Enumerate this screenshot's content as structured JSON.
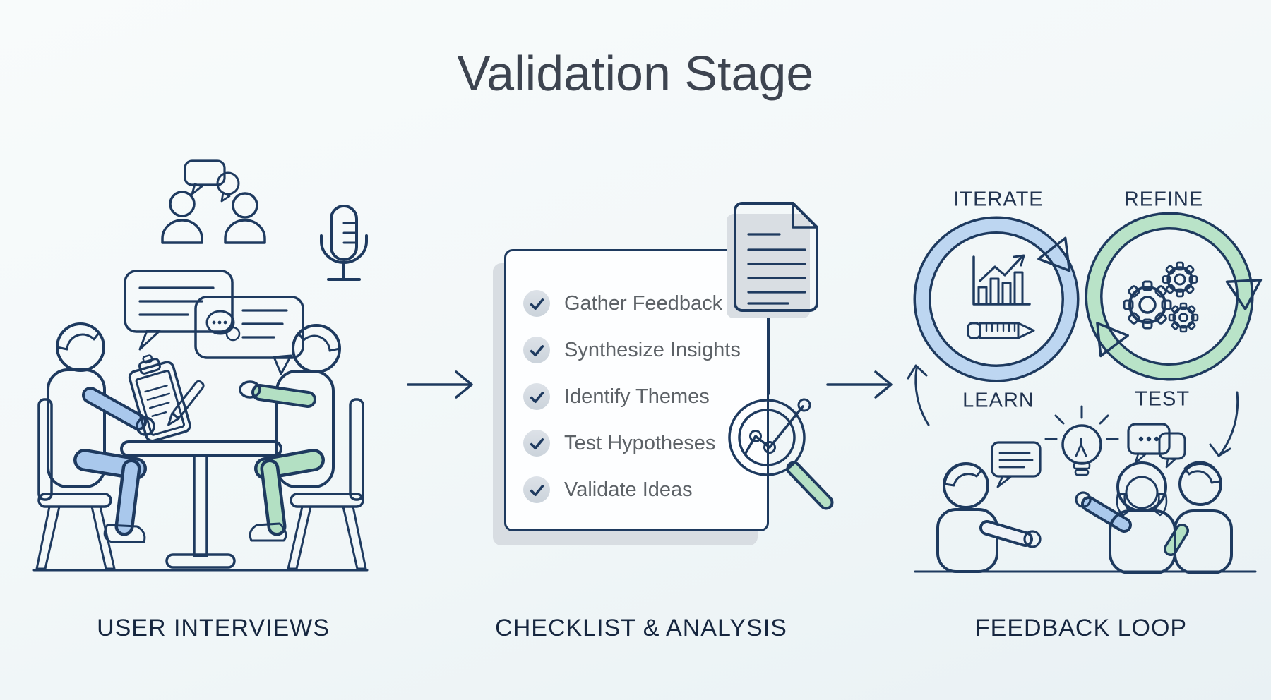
{
  "title": "Validation Stage",
  "sections": {
    "user_interviews": {
      "label": "USER INTERVIEWS"
    },
    "checklist": {
      "label": "CHECKLIST & ANALYSIS",
      "items": [
        "Gather Feedback",
        "Synthesize Insights",
        "Identify Themes",
        "Test Hypotheses",
        "Validate Ideas"
      ]
    },
    "feedback_loop": {
      "label": "FEEDBACK LOOP",
      "loop_labels": {
        "top_left": "ITERATE",
        "top_right": "REFINE",
        "bottom_left": "LEARN",
        "bottom_right": "TEST"
      }
    }
  },
  "icons": {
    "checkmark": "✓",
    "conversation_pair": "two-people-with-speech-bubbles",
    "microphone": "podcast-microphone",
    "speech_bubbles": "chat-bubbles",
    "clipboard": "clipboard-with-pencil",
    "document": "text-document-folded-corner",
    "magnifier": "magnifier-with-trend-chart",
    "loop_arrows": "infinity-cycle-arrows",
    "bar_chart": "growth-bar-chart",
    "ruler_pencil": "measuring-pencil",
    "gears": "three-gears",
    "lightbulb": "idea-lightbulb",
    "flow_arrow": "right-arrow"
  },
  "colors": {
    "background": "#f2f7f8",
    "accent_blue": "#a9c8ec",
    "accent_green": "#b3e0c3",
    "outline_navy": "#1e3a5f",
    "title_text": "#3d4450",
    "label_text": "#16263f",
    "checklist_text": "#5d6267",
    "card_background": "#fdfeff",
    "shadow": "#d8dde2"
  }
}
